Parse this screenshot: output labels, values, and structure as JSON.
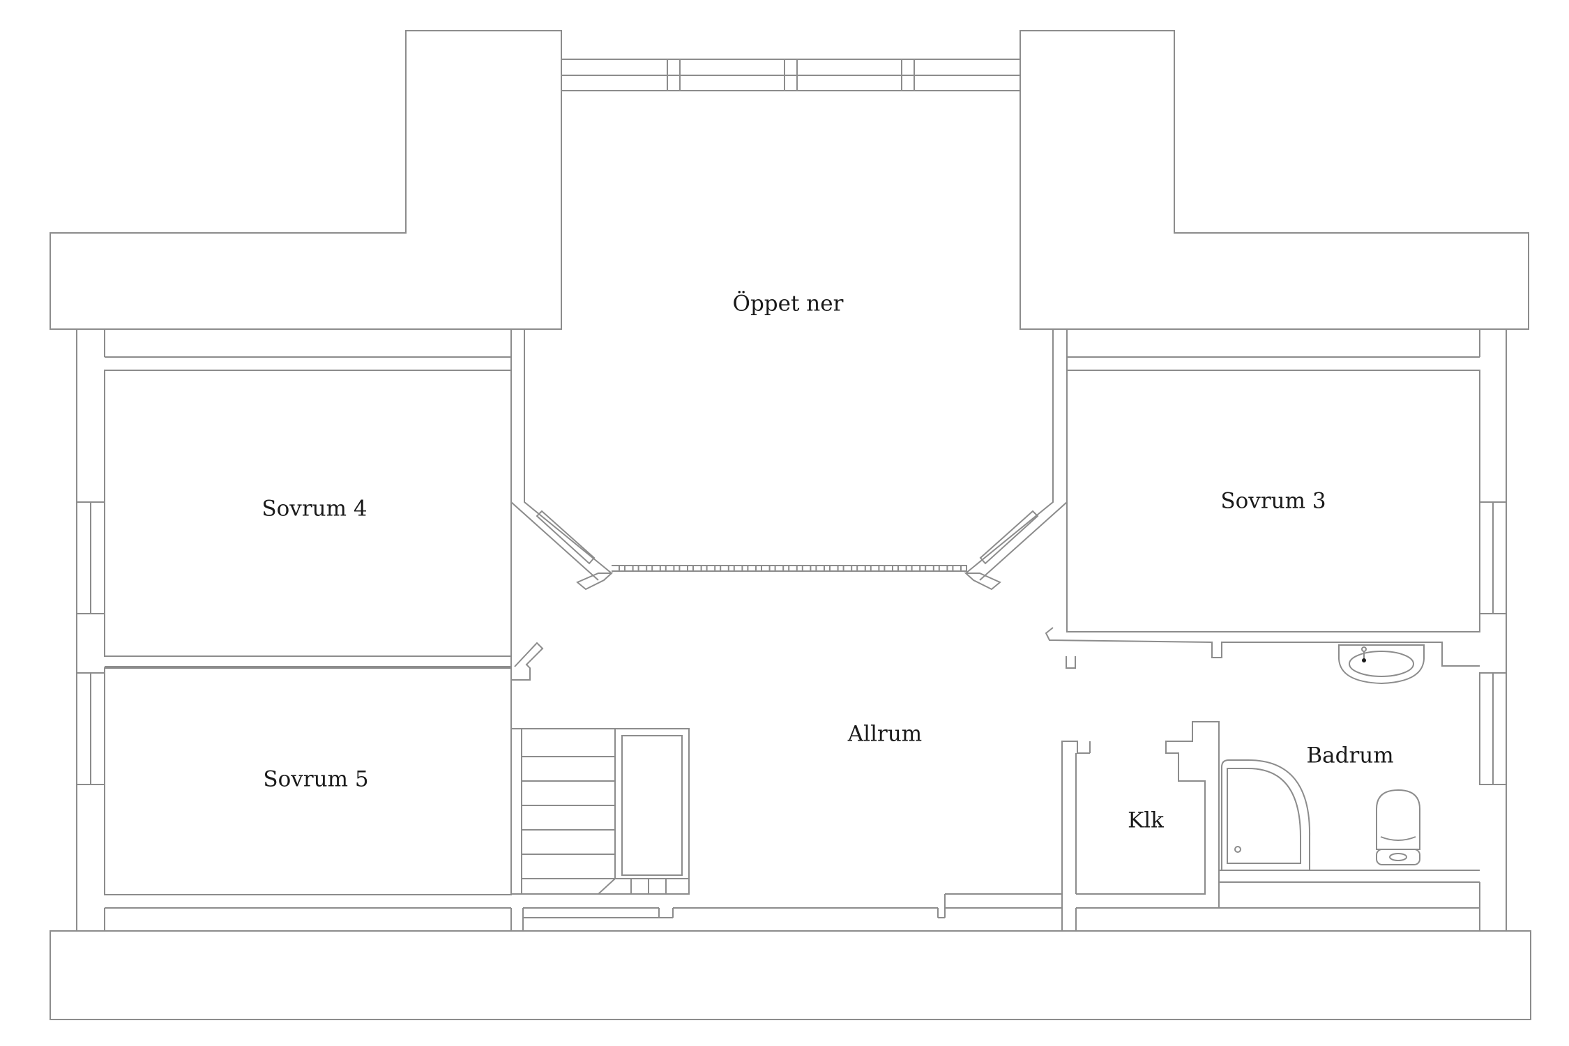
{
  "rooms": {
    "oppet_ner": "Öppet ner",
    "sovrum_4": "Sovrum 4",
    "sovrum_3": "Sovrum 3",
    "sovrum_5": "Sovrum 5",
    "allrum": "Allrum",
    "klk": "Klk",
    "badrum": "Badrum"
  },
  "colors": {
    "wall_stroke": "#8c8c8c",
    "label_text": "#1a1a1a",
    "background": "#ffffff"
  }
}
